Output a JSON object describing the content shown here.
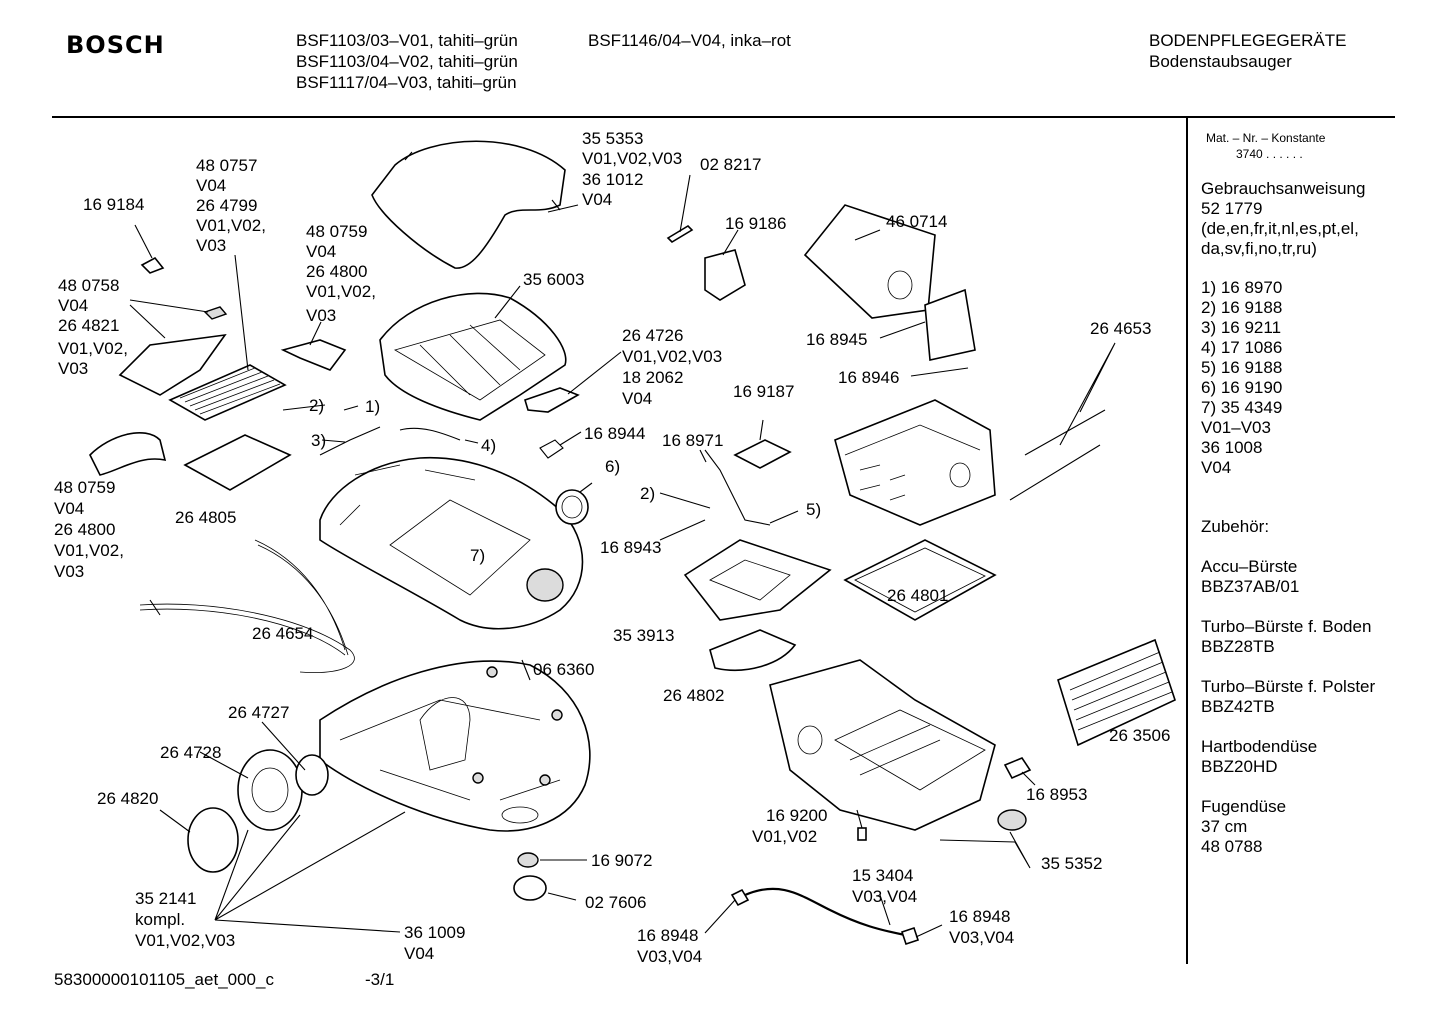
{
  "header": {
    "brand": "BOSCH",
    "models_col1": [
      "BSF1103/03–V01, tahiti–grün",
      "BSF1103/04–V02, tahiti–grün",
      "BSF1117/04–V03, tahiti–grün"
    ],
    "models_col2": [
      "BSF1146/04–V04, inka–rot"
    ],
    "category": "BODENPFLEGEGERÄTE",
    "subcategory": "Bodenstaubsauger"
  },
  "sidebar": {
    "mat_label": "Mat. – Nr. – Konstante",
    "mat_value": "3740   .  .   .  .  .  .",
    "manual": [
      "Gebrauchsanweisung",
      "52 1779",
      "(de,en,fr,it,nl,es,pt,el,",
      "da,sv,fi,no,tr,ru)"
    ],
    "numbered": [
      "1)  16 8970",
      "2)  16 9188",
      "3)  16 9211",
      "4)  17 1086",
      "5)  16 9188",
      "6)  16 9190",
      "7)  35 4349",
      "      V01–V03",
      "      36 1008",
      "      V04"
    ],
    "accessories_title": "Zubehör:",
    "accessories": [
      [
        "Accu–Bürste",
        "BBZ37AB/01"
      ],
      [
        "Turbo–Bürste f. Boden",
        "BBZ28TB"
      ],
      [
        "Turbo–Bürste f. Polster",
        "BBZ42TB"
      ],
      [
        "Hartbodendüse",
        "BBZ20HD"
      ],
      [
        "Fugendüse",
        "37 cm",
        "48 0788"
      ]
    ]
  },
  "callouts": {
    "c169184": "16 9184",
    "c480757": [
      "48 0757",
      "V04",
      "26 4799",
      "V01,V02,",
      "V03"
    ],
    "c480759a": [
      "48 0759",
      "V04",
      "26 4800",
      "V01,V02,",
      "V03"
    ],
    "c480758": [
      "48 0758",
      "V04",
      "26 4821",
      "V01,V02,",
      "V03"
    ],
    "c355353": [
      "35 5353",
      "V01,V02,V03",
      "36 1012",
      "V04"
    ],
    "c028217": "02 8217",
    "c169186": "16 9186",
    "c460714": "46 0714",
    "c356003": "35 6003",
    "c264726": [
      "26 4726",
      "V01,V02,V03",
      "18 2062",
      "V04"
    ],
    "c168945": "16 8945",
    "c264653": "26 4653",
    "c168946": "16 8946",
    "c169187": "16 9187",
    "c168944": "16 8944",
    "c168971": "16 8971",
    "n2a": "2)",
    "n1": "1)",
    "n3": "3)",
    "n4": "4)",
    "n6": "6)",
    "n2b": "2)",
    "n5": "5)",
    "n7": "7)",
    "c480759b": [
      "48 0759",
      "V04",
      "26 4800",
      "V01,V02,",
      "V03"
    ],
    "c264805": "26 4805",
    "c168943": "16 8943",
    "c264801": "26 4801",
    "c264654": "26 4654",
    "c353913": "35 3913",
    "c066360": "06 6360",
    "c264802": "26 4802",
    "c264727": "26 4727",
    "c264728": "26 4728",
    "c263506": "26 3506",
    "c264820": "26 4820",
    "c168953": "16 8953",
    "c169200": [
      "16 9200",
      "V01,V02"
    ],
    "c355352": "35 5352",
    "c169072": "16 9072",
    "c352141": [
      "35 2141",
      "kompl.",
      "V01,V02,V03"
    ],
    "c027606": "02 7606",
    "c153404": [
      "15 3404",
      "V03,V04"
    ],
    "c361009": [
      "36 1009",
      "V04"
    ],
    "c168948a": [
      "16 8948",
      "V03,V04"
    ],
    "c168948b": [
      "16 8948",
      "V03,V04"
    ]
  },
  "footer": {
    "doc_id": "58300000101105_aet_000_c",
    "page": "-3/1"
  }
}
